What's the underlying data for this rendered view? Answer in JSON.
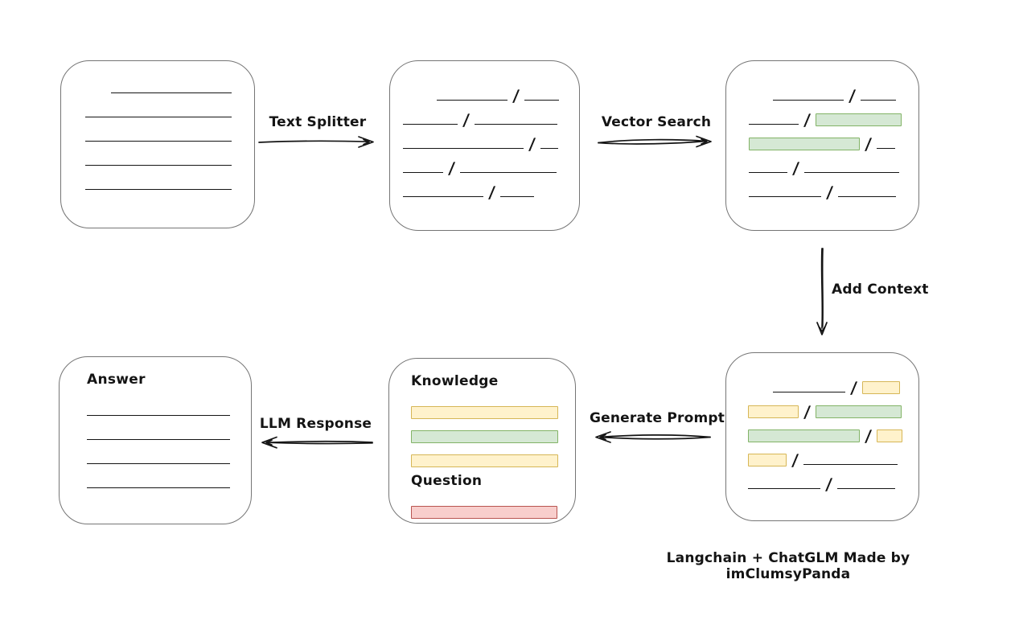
{
  "footer": {
    "credit": "Langchain + ChatGLM Made by imClumsyPanda"
  },
  "colors": {
    "ink": "#141414",
    "box_border": "#757575",
    "green_fill": "#d5e8d4",
    "green_border": "#82b366",
    "yellow_fill": "#fff2cc",
    "yellow_border": "#d6b656",
    "red_fill": "#f8cecc",
    "red_border": "#b85450"
  },
  "arrows": {
    "text_splitter": {
      "label": "Text Splitter"
    },
    "vector_search": {
      "label": "Vector Search"
    },
    "add_context": {
      "label": "Add Context"
    },
    "generate_prompt": {
      "label": "Generate Prompt"
    },
    "llm_response": {
      "label": "LLM Response"
    }
  },
  "boxes": {
    "document": {
      "rows": [
        {
          "indent": 32,
          "segments": [
            {
              "kind": "line",
              "w": 150
            }
          ]
        },
        {
          "segments": [
            {
              "kind": "line",
              "w": 182
            }
          ]
        },
        {
          "segments": [
            {
              "kind": "line",
              "w": 182
            }
          ]
        },
        {
          "segments": [
            {
              "kind": "line",
              "w": 182
            }
          ]
        },
        {
          "segments": [
            {
              "kind": "line",
              "w": 182
            }
          ]
        }
      ]
    },
    "split_text": {
      "rows": [
        {
          "indent": 42,
          "segments": [
            {
              "kind": "line",
              "w": 88
            },
            {
              "kind": "slash"
            },
            {
              "kind": "line",
              "w": 43
            }
          ]
        },
        {
          "segments": [
            {
              "kind": "line",
              "w": 68
            },
            {
              "kind": "slash"
            },
            {
              "kind": "line",
              "w": 103
            }
          ]
        },
        {
          "segments": [
            {
              "kind": "line",
              "w": 150
            },
            {
              "kind": "slash"
            },
            {
              "kind": "line",
              "w": 22
            }
          ]
        },
        {
          "segments": [
            {
              "kind": "line",
              "w": 50
            },
            {
              "kind": "slash"
            },
            {
              "kind": "line",
              "w": 120
            }
          ]
        },
        {
          "segments": [
            {
              "kind": "line",
              "w": 100
            },
            {
              "kind": "slash"
            },
            {
              "kind": "line",
              "w": 42
            }
          ]
        }
      ]
    },
    "vector_matches": {
      "rows": [
        {
          "indent": 30,
          "segments": [
            {
              "kind": "line",
              "w": 88
            },
            {
              "kind": "slash"
            },
            {
              "kind": "line",
              "w": 44
            }
          ]
        },
        {
          "segments": [
            {
              "kind": "line",
              "w": 62
            },
            {
              "kind": "slash"
            },
            {
              "kind": "chunk",
              "color": "green",
              "w": 107
            }
          ]
        },
        {
          "segments": [
            {
              "kind": "chunk",
              "color": "green",
              "w": 138
            },
            {
              "kind": "slash"
            },
            {
              "kind": "line",
              "w": 23
            }
          ]
        },
        {
          "segments": [
            {
              "kind": "line",
              "w": 48
            },
            {
              "kind": "slash"
            },
            {
              "kind": "line",
              "w": 118
            }
          ]
        },
        {
          "segments": [
            {
              "kind": "line",
              "w": 90
            },
            {
              "kind": "slash"
            },
            {
              "kind": "line",
              "w": 72
            }
          ]
        }
      ]
    },
    "context_chunks": {
      "rows": [
        {
          "indent": 31,
          "segments": [
            {
              "kind": "line",
              "w": 90
            },
            {
              "kind": "slash"
            },
            {
              "kind": "chunk",
              "color": "yellow",
              "w": 47
            }
          ]
        },
        {
          "segments": [
            {
              "kind": "chunk",
              "color": "yellow",
              "w": 63
            },
            {
              "kind": "slash"
            },
            {
              "kind": "chunk",
              "color": "green",
              "w": 107
            }
          ]
        },
        {
          "segments": [
            {
              "kind": "chunk",
              "color": "green",
              "w": 139
            },
            {
              "kind": "slash"
            },
            {
              "kind": "chunk",
              "color": "yellow",
              "w": 32
            }
          ]
        },
        {
          "segments": [
            {
              "kind": "chunk",
              "color": "yellow",
              "w": 48
            },
            {
              "kind": "slash"
            },
            {
              "kind": "line",
              "w": 117
            }
          ]
        },
        {
          "segments": [
            {
              "kind": "line",
              "w": 90
            },
            {
              "kind": "slash"
            },
            {
              "kind": "line",
              "w": 72
            }
          ]
        }
      ]
    },
    "prompt": {
      "knowledge_label": "Knowledge",
      "question_label": "Question",
      "knowledge_rows": [
        {
          "segments": [
            {
              "kind": "chunk",
              "color": "yellow",
              "w": 183
            }
          ]
        },
        {
          "segments": [
            {
              "kind": "chunk",
              "color": "green",
              "w": 183
            }
          ]
        },
        {
          "segments": [
            {
              "kind": "chunk",
              "color": "yellow",
              "w": 183
            }
          ]
        }
      ],
      "question_rows": [
        {
          "segments": [
            {
              "kind": "chunk",
              "color": "red",
              "w": 182
            }
          ]
        }
      ]
    },
    "answer": {
      "label": "Answer",
      "rows": [
        {
          "segments": [
            {
              "kind": "line",
              "w": 178
            }
          ]
        },
        {
          "segments": [
            {
              "kind": "line",
              "w": 178
            }
          ]
        },
        {
          "segments": [
            {
              "kind": "line",
              "w": 178
            }
          ]
        },
        {
          "segments": [
            {
              "kind": "line",
              "w": 178
            }
          ]
        }
      ]
    }
  }
}
